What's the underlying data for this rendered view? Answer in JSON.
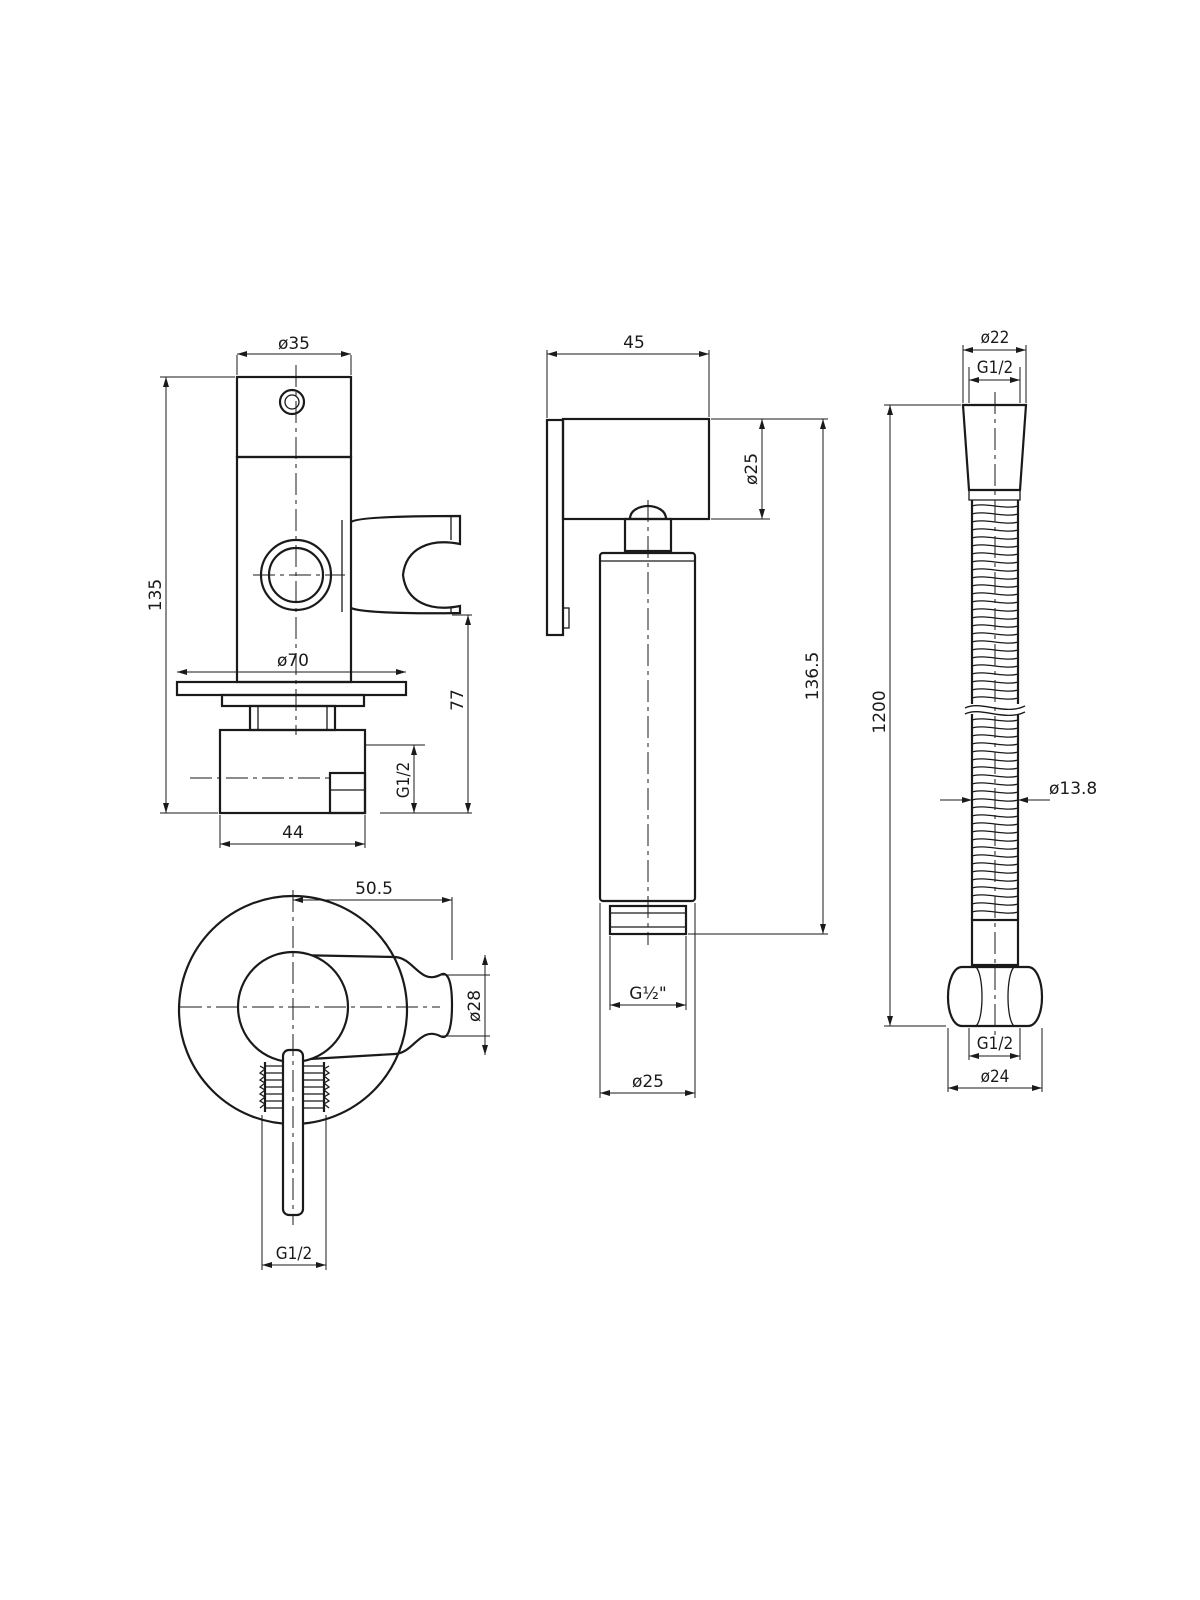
{
  "drawing": {
    "valve_side": {
      "dia_top": "ø35",
      "height_total": "135",
      "dia_plate": "ø70",
      "height_outlet": "77",
      "thread_inlet": "G1/2",
      "width_box": "44"
    },
    "valve_top": {
      "depth_holder": "50.5",
      "dia_holder": "ø28",
      "thread_pipe": "G1/2"
    },
    "sprayer": {
      "width_head": "45",
      "dia_head": "ø25",
      "length_total": "136.5",
      "thread": "G½\"",
      "dia_body": "ø25"
    },
    "hose": {
      "dia_top": "ø22",
      "thread_top": "G1/2",
      "length": "1200",
      "dia_hose": "ø13.8",
      "thread_bottom": "G1/2",
      "dia_bottom": "ø24"
    }
  }
}
